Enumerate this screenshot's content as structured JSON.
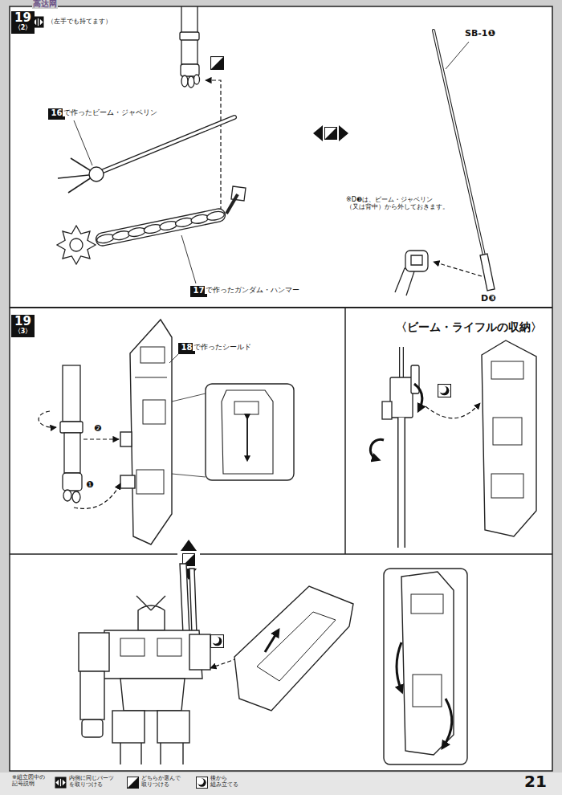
{
  "diagram": {
    "nodes": [
      {
        "text": [
          "19",
          "〈2〉"
        ]
      },
      {
        "text": [
          "16"
        ]
      },
      {
        "text": [
          "17"
        ]
      },
      {
        "text": [
          "19",
          "〈3〉"
        ]
      },
      {
        "text": [
          "18"
        ]
      }
    ],
    "labels": [
      "高达网",
      "（左手でも持てます）",
      "で作ったビーム・ジャベリン",
      "で作ったガンダム・ハンマー",
      "SB-1❶",
      "※D❸は、ビーム・ジャベリン （又は背中）から外しておきます。",
      "D❸",
      "で作ったシールド",
      "❷",
      "❶",
      "〈ビーム・ライフルの収納〉",
      "※組立図中の 記号説明",
      "21"
    ],
    "legend": [
      {
        "text": "内側に同じパーツ を取りつける"
      },
      {
        "text": "どちらか選んで 取りつける"
      },
      {
        "text": "後から 組み立てる"
      }
    ]
  }
}
